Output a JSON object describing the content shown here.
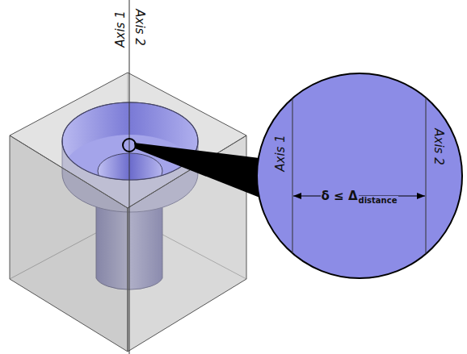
{
  "diagram": {
    "nodes": [
      {
        "text": [
          "Axis 1",
          "Axis 2",
          "δ ≤ Δ",
          "distance"
        ]
      }
    ],
    "labels": [
      "Axis 1",
      "Axis 2"
    ]
  }
}
